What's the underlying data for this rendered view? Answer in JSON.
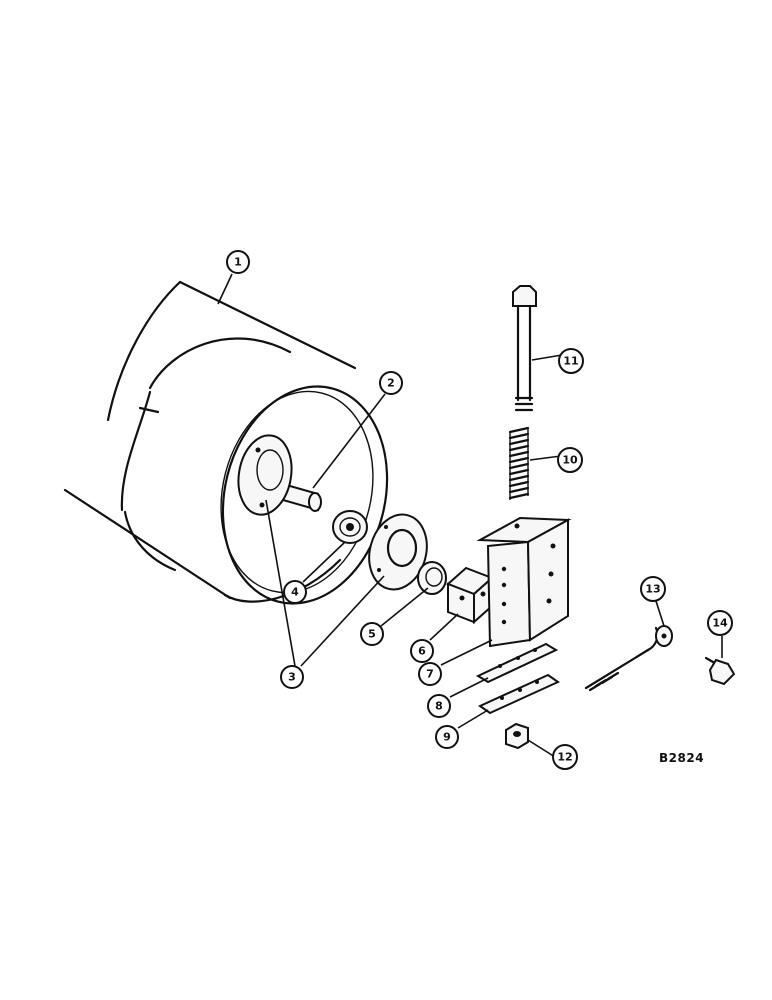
{
  "figure": {
    "code": "B2824"
  },
  "callouts": [
    {
      "id": "1",
      "label": "1"
    },
    {
      "id": "2",
      "label": "2"
    },
    {
      "id": "3",
      "label": "3"
    },
    {
      "id": "4",
      "label": "4"
    },
    {
      "id": "5",
      "label": "5"
    },
    {
      "id": "6",
      "label": "6"
    },
    {
      "id": "7",
      "label": "7"
    },
    {
      "id": "8",
      "label": "8"
    },
    {
      "id": "9",
      "label": "9"
    },
    {
      "id": "10",
      "label": "10"
    },
    {
      "id": "11",
      "label": "11"
    },
    {
      "id": "12",
      "label": "12"
    },
    {
      "id": "13",
      "label": "13"
    },
    {
      "id": "14",
      "label": "14"
    }
  ]
}
